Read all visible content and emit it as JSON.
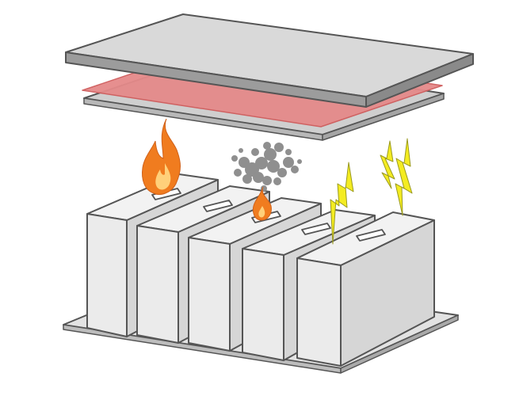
{
  "diagram": {
    "subject": "battery-pack-exploded-view",
    "module_count": 5,
    "hazards": [
      {
        "module": 1,
        "kind": "fire-icon"
      },
      {
        "module": 3,
        "kind": "smoke-and-small-fire"
      },
      {
        "module": 4,
        "kind": "lightning-icon"
      },
      {
        "module": 5,
        "kind": "lightning-icon"
      }
    ],
    "colors": {
      "outline": "#555555",
      "cover_top": "#d9d9d9",
      "cover_side": "#9c9c9c",
      "barrier_sheet": "#e58a8a",
      "lower_sheet": "#cfcfcf",
      "module_front": "#ebebeb",
      "module_side": "#d6d6d6",
      "module_top": "#f2f2f2",
      "base_plate": "#e3e3e3",
      "flame_outer": "#f07c1f",
      "flame_inner": "#ffd07a",
      "smoke": "#8f8f8f",
      "lightning": "#f4ec21"
    }
  }
}
